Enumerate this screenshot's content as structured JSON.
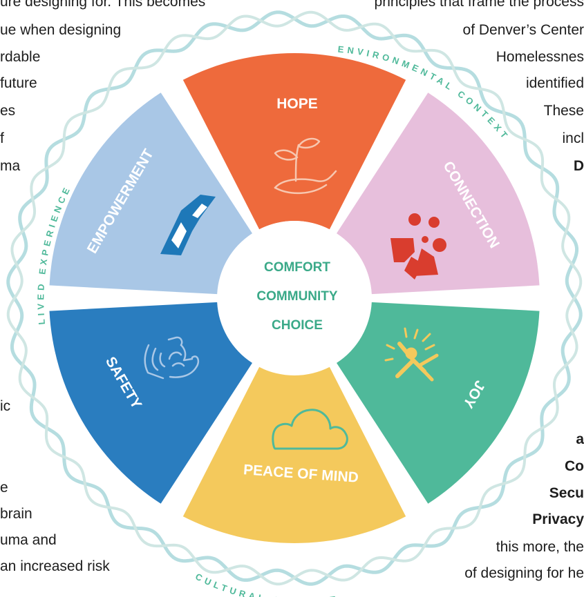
{
  "left_text": [
    "ure designing for. This becomes",
    "ue when designing",
    "rdable",
    "future",
    "es",
    "f",
    "ma",
    "ic",
    "e",
    "brain",
    "uma and",
    "an increased risk"
  ],
  "right_text": [
    {
      "text": "principles that frame the process",
      "bold": false
    },
    {
      "text": "of Denver’s Center",
      "bold": false
    },
    {
      "text": "Homelessnes",
      "bold": false
    },
    {
      "text": "identified",
      "bold": false
    },
    {
      "text": "These",
      "bold": false
    },
    {
      "text": "incl",
      "bold": false
    },
    {
      "text": "D",
      "bold": true
    },
    {
      "text": "a",
      "bold": true
    },
    {
      "text": "Co",
      "bold": true
    },
    {
      "text": "Secu",
      "bold": true
    },
    {
      "text": "Privacy",
      "bold": true
    },
    {
      "text": "this more, the",
      "bold": false
    },
    {
      "text": "of designing for he",
      "bold": false
    }
  ],
  "wheel": {
    "center_lines": [
      "COMFORT",
      "COMMUNITY",
      "CHOICE"
    ],
    "segments": [
      {
        "label": "HOPE",
        "color": "#ee6a3c",
        "icon": "sprout-hand-icon"
      },
      {
        "label": "CONNECTION",
        "color": "#e7bfdc",
        "icon": "people-icon"
      },
      {
        "label": "JOY",
        "color": "#4fb99a",
        "icon": "celebrating-person-icon"
      },
      {
        "label": "PEACE OF MIND",
        "color": "#f4c95c",
        "icon": "cloud-icon"
      },
      {
        "label": "SAFETY",
        "color": "#2a7dbf",
        "icon": "holding-hands-icon"
      },
      {
        "label": "EMPOWERMENT",
        "color": "#a9c7e6",
        "icon": "mountain-icon"
      }
    ],
    "ring_labels": {
      "top_right": "ENVIRONMENTAL CONTEXT",
      "left": "LIVED EXPERIENCE",
      "bottom": "CULTURAL CONTEXT"
    },
    "colors": {
      "center_text": "#3aa988",
      "ring_text": "#4fb99a",
      "wave_outer": "#b5dde0",
      "wave_inner": "#cfe6e3"
    }
  }
}
